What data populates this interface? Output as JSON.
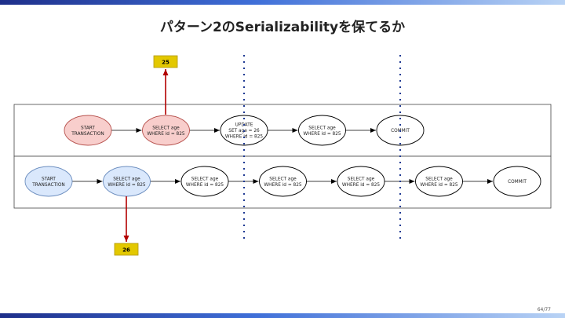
{
  "title": "パターン2のSerializabilityを保てるか",
  "page": "64/77",
  "colors": {
    "red_fill": "#f8cecc",
    "red_stroke": "#b85450",
    "blue_fill": "#dae8fc",
    "blue_stroke": "#6c8ebf",
    "value_fill": "#e3c800",
    "arrow_red": "#b20000",
    "dots": "#1f3a93"
  },
  "row1": [
    {
      "lines": [
        "START",
        "TRANSACTION"
      ],
      "style": "red"
    },
    {
      "lines": [
        "SELECT age",
        "WHERE id = 825"
      ],
      "style": "red"
    },
    {
      "lines": [
        "UPDATE",
        "SET age = 26",
        "WHERE id = 825"
      ],
      "style": "plain"
    },
    {
      "lines": [
        "SELECT age",
        "WHERE id = 825"
      ],
      "style": "plain"
    },
    {
      "lines": [
        "COMMIT"
      ],
      "style": "plain"
    }
  ],
  "row2": [
    {
      "lines": [
        "START",
        "TRANSACTION"
      ],
      "style": "blue"
    },
    {
      "lines": [
        "SELECT age",
        "WHERE id = 825"
      ],
      "style": "blue"
    },
    {
      "lines": [
        "SELECT age",
        "WHERE id = 825"
      ],
      "style": "plain"
    },
    {
      "lines": [
        "SELECT age",
        "WHERE id = 825"
      ],
      "style": "plain"
    },
    {
      "lines": [
        "SELECT age",
        "WHERE id = 825"
      ],
      "style": "plain"
    },
    {
      "lines": [
        "SELECT age",
        "WHERE id = 825"
      ],
      "style": "plain"
    },
    {
      "lines": [
        "COMMIT"
      ],
      "style": "plain"
    }
  ],
  "value_top": "25",
  "value_bottom": "26"
}
